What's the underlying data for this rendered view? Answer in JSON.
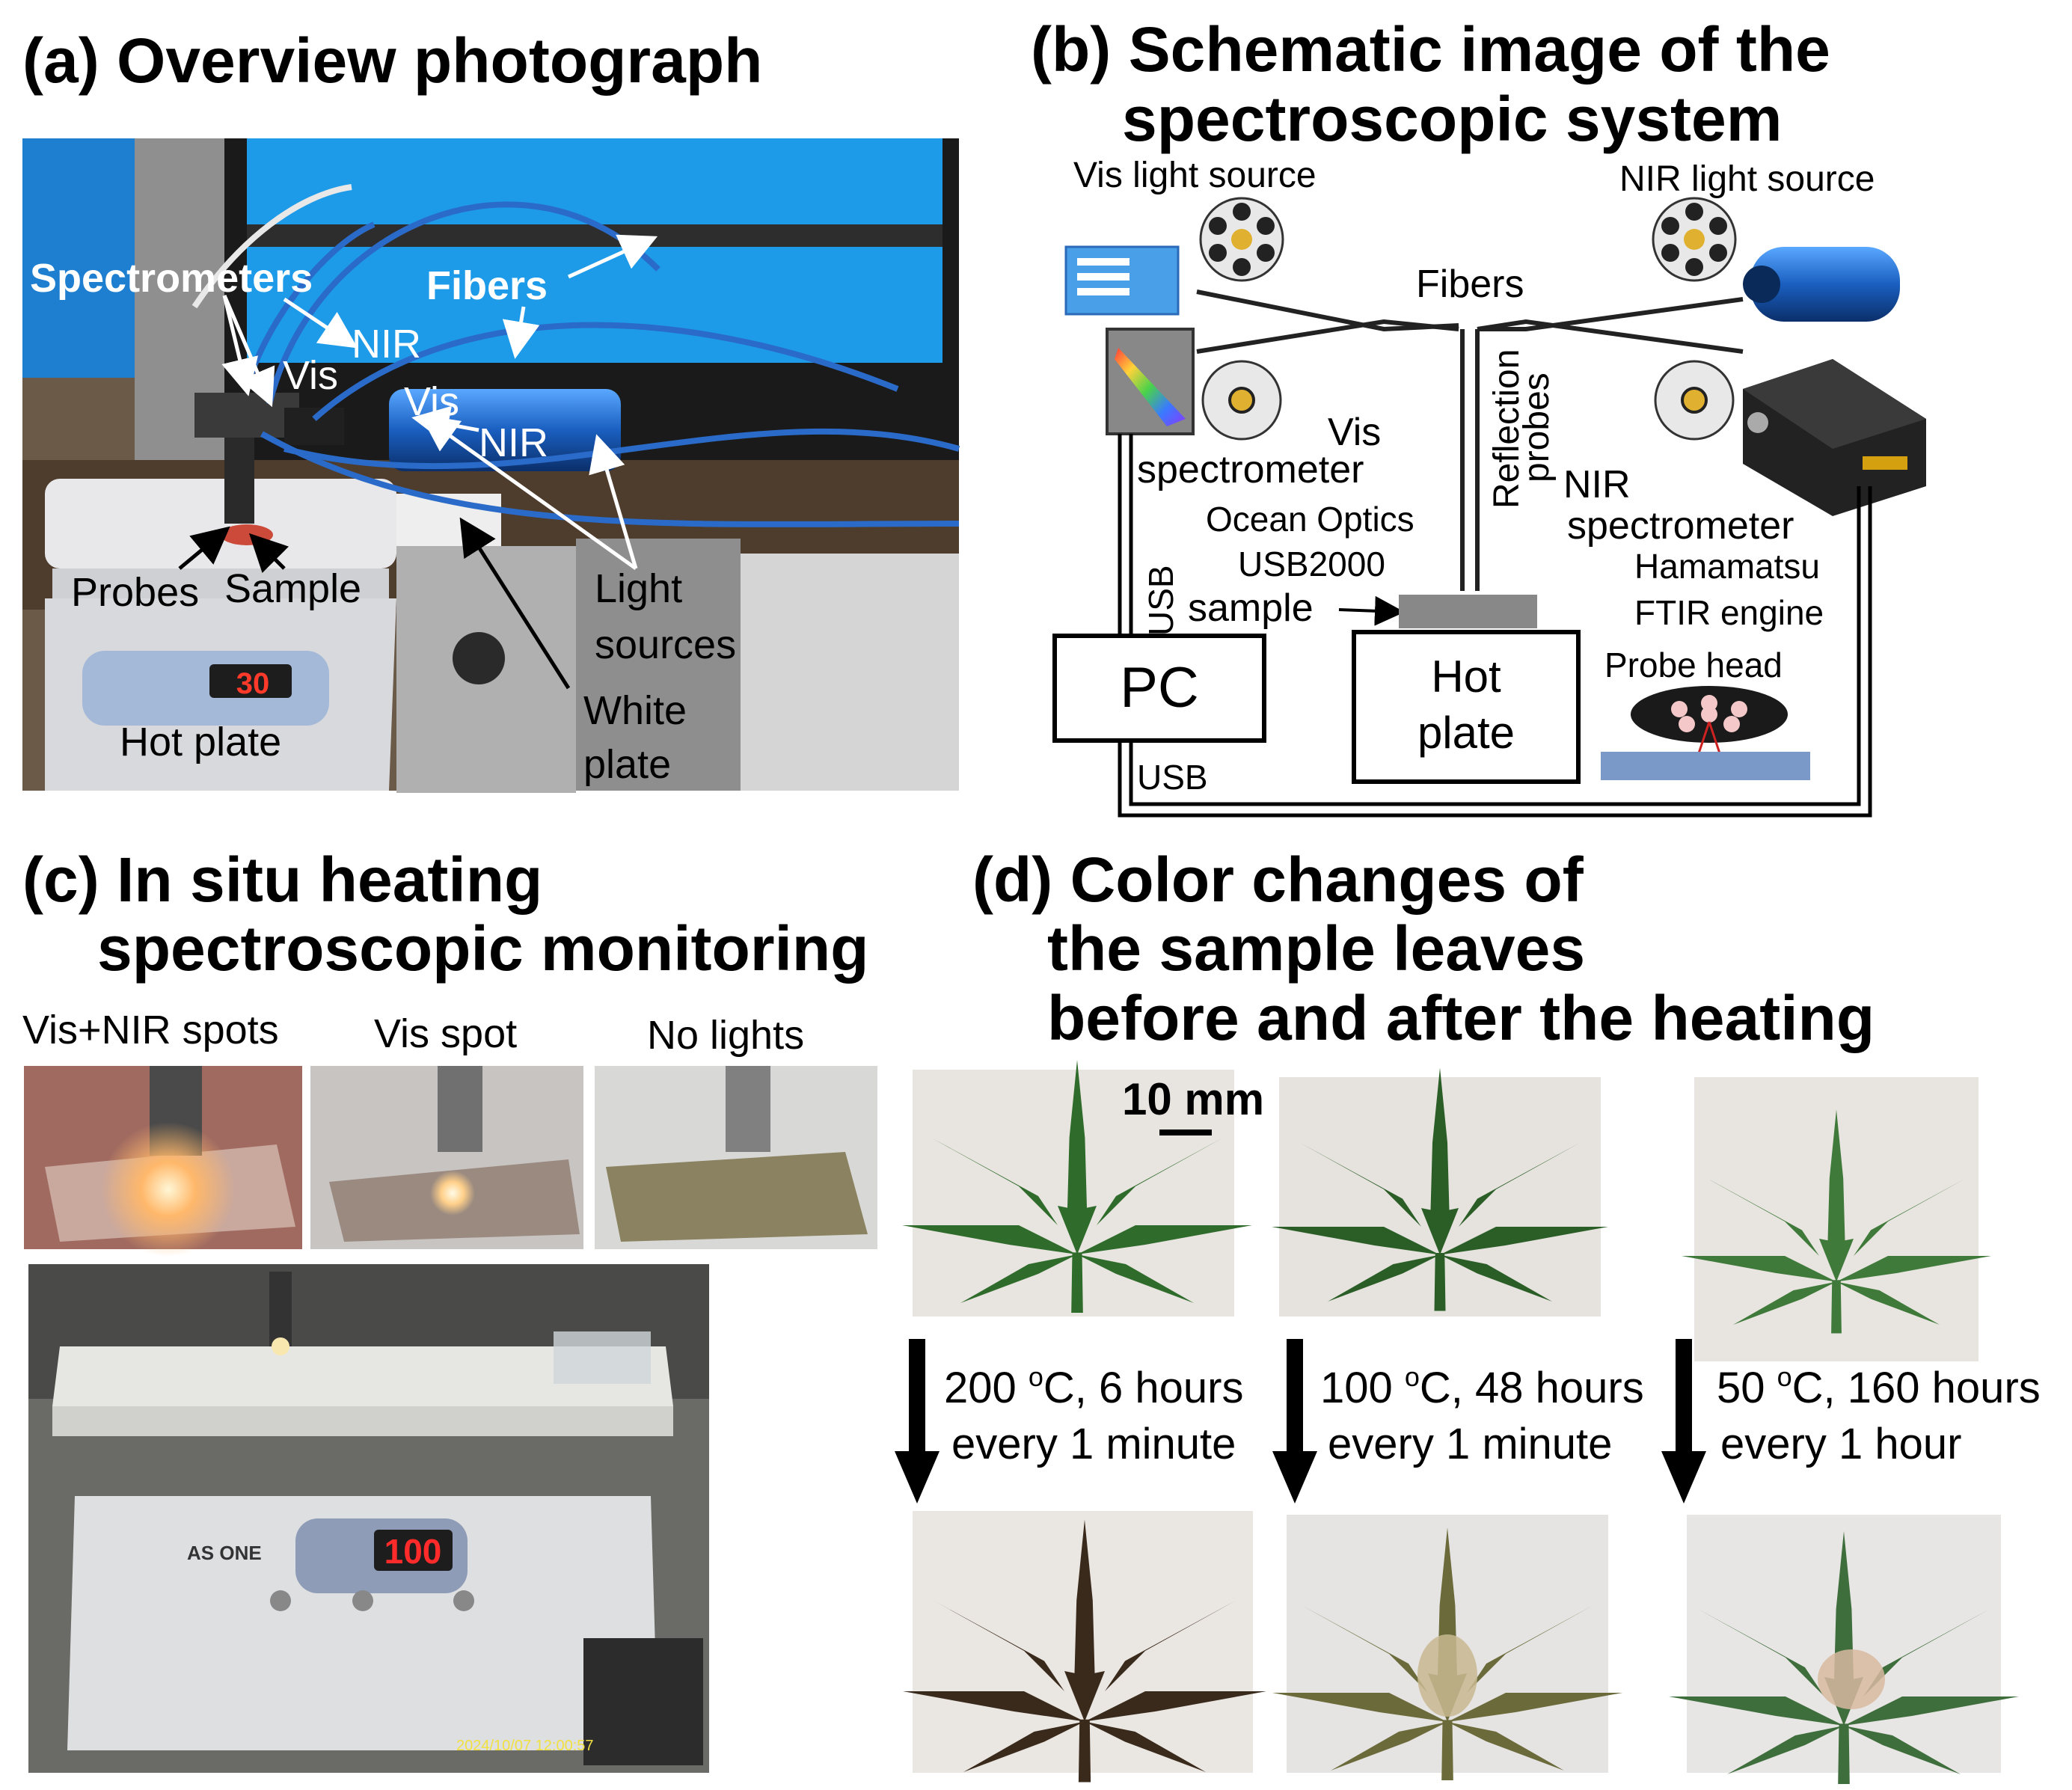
{
  "panel_a": {
    "title": "(a) Overview photograph",
    "labels": {
      "spectrometers": "Spectrometers",
      "fibers": "Fibers",
      "nir_top": "NIR",
      "vis_top": "Vis",
      "vis_mid": "Vis",
      "nir_mid": "NIR",
      "probes": "Probes",
      "sample": "Sample",
      "light_sources_1": "Light",
      "light_sources_2": "sources",
      "white_plate_1": "White",
      "white_plate_2": "plate",
      "hot_plate": "Hot plate"
    },
    "display_value": "30"
  },
  "panel_b": {
    "title_line1": "(b) Schematic image of the",
    "title_line2": "spectroscopic system",
    "labels": {
      "vis_light_source": "Vis light source",
      "nir_light_source": "NIR light source",
      "fibers": "Fibers",
      "vis": "Vis",
      "spectrometer": "spectrometer",
      "reflection": "Reflection",
      "probes": "probes",
      "nir": "NIR",
      "nir_spectrometer": "spectrometer",
      "ocean_optics": "Ocean Optics",
      "usb2000": "USB2000",
      "hamamatsu": "Hamamatsu",
      "ftir_engine": "FTIR engine",
      "usb_vertical": "USB",
      "sample": "sample",
      "pc": "PC",
      "hot": "Hot",
      "plate": "plate",
      "probe_head": "Probe head",
      "usb_bottom": "USB"
    }
  },
  "panel_c": {
    "title_line1": "(c) In situ heating",
    "title_line2": "spectroscopic monitoring",
    "thumb_labels": [
      "Vis+NIR spots",
      "Vis spot",
      "No lights"
    ],
    "display_value": "100",
    "brand": "AS ONE",
    "timestamp": "2024/10/07 12:00:57"
  },
  "panel_d": {
    "title_line1": "(d) Color changes of",
    "title_line2": "the sample leaves",
    "title_line3": "before and after the heating",
    "scale_label": "10 mm",
    "conditions": [
      {
        "temp": "200 ",
        "sup": "o",
        "rest": "C, 6 hours",
        "interval": "every 1 minute"
      },
      {
        "temp": "100 ",
        "sup": "o",
        "rest": "C, 48 hours",
        "interval": "every 1 minute"
      },
      {
        "temp": "50 ",
        "sup": "o",
        "rest": "C, 160 hours",
        "interval": "every 1 hour"
      }
    ]
  },
  "colors": {
    "leaf_fresh": "#2f6b2a",
    "leaf_200": "#3a2a1c",
    "leaf_100": "#6b6a3a",
    "leaf_50": "#3f6e3d",
    "fiber_blue": "#1f5fae",
    "monitor_blue": "#1e9be8"
  }
}
